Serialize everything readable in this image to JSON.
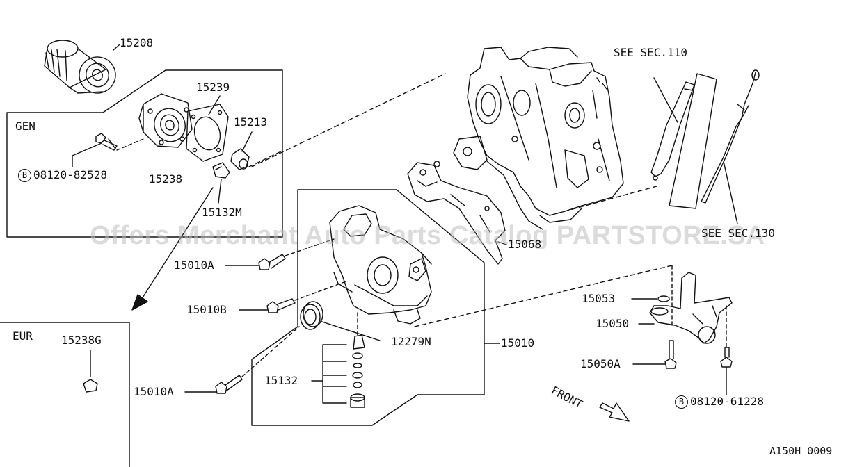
{
  "regions": {
    "gen": "GEN",
    "eur": "EUR"
  },
  "parts": {
    "p15208": "15208",
    "p15239": "15239",
    "p15213": "15213",
    "p15238": "15238",
    "p15132M": "15132M",
    "p15238G": "15238G",
    "p15010A_top": "15010A",
    "p15010B": "15010B",
    "p15010A_bottom": "15010A",
    "p12279N": "12279N",
    "p15010": "15010",
    "p15132": "15132",
    "p15053": "15053",
    "p15050": "15050",
    "p15050A": "15050A",
    "p15068": "15068"
  },
  "bolts": {
    "b1_mark": "B",
    "b1_num": "08120-82528",
    "b2_mark": "B",
    "b2_num": "08120-61228"
  },
  "refs": {
    "sec110": "SEE SEC.110",
    "sec130": "SEE SEC.130"
  },
  "front_label": "FRONT",
  "diagram_code": "A150H 0009",
  "watermark": "Offers Merchant Auto Parts Catalog PARTSTORE.SA",
  "colors": {
    "ink": "#111111",
    "paper": "#ffffff",
    "watermark": "#bebebe"
  }
}
